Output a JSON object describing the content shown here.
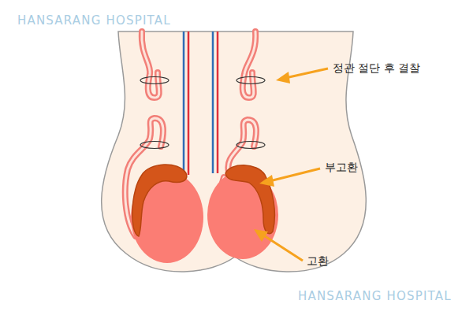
{
  "diagram": {
    "labels": [
      "HANSARANG HOSPITAL",
      "정관 절단 후 결찰",
      "부고환",
      "고환",
      "HANSARANG HOSPITAL"
    ]
  }
}
